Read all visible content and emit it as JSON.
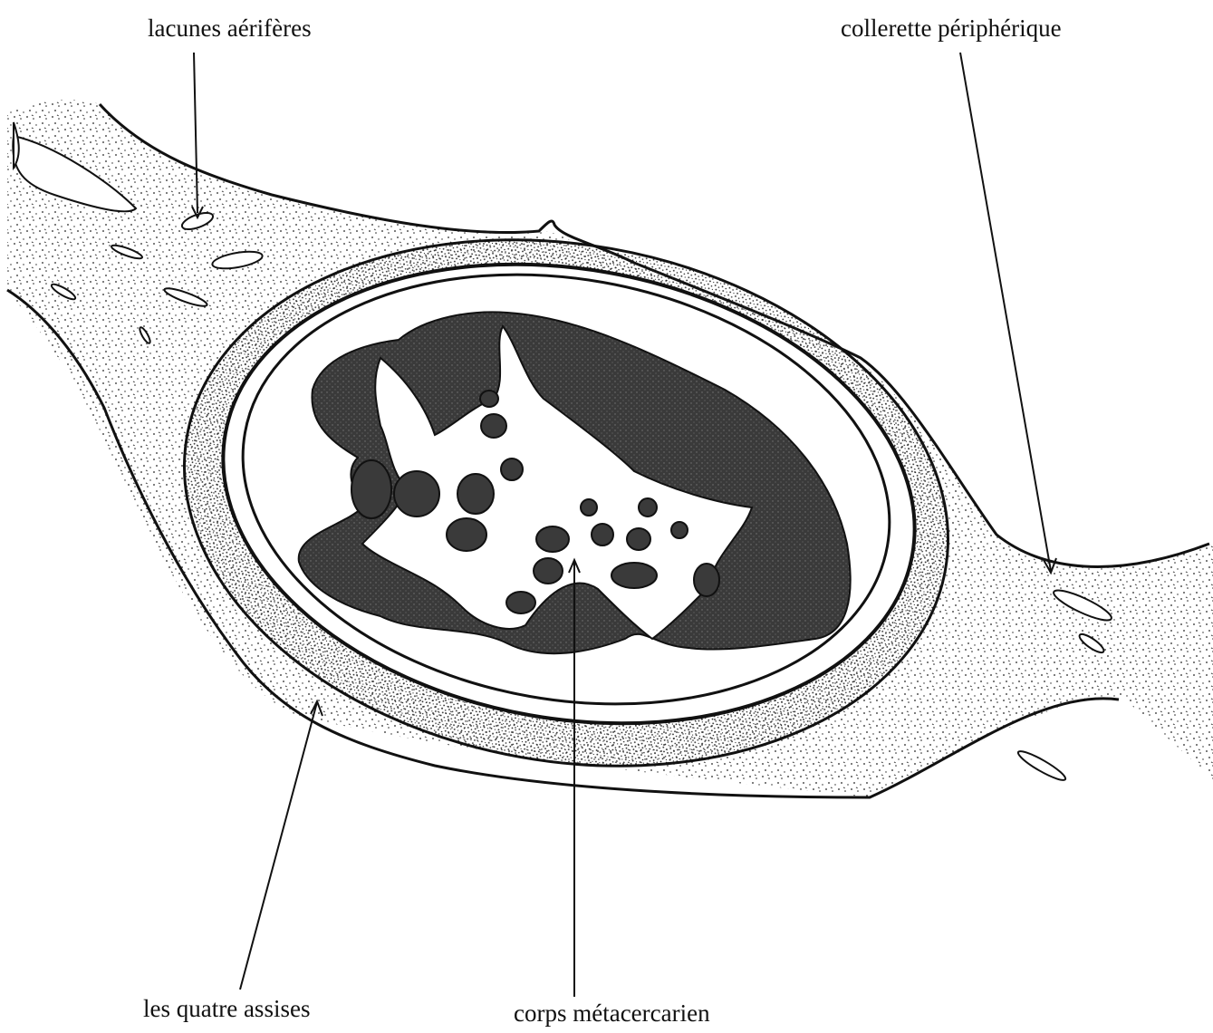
{
  "labels": {
    "lacunes": "lacunes aérifères",
    "collerette": "collerette périphérique",
    "assises": "les  quatre assises",
    "corps": "corps  métacercarien"
  },
  "colors": {
    "ink": "#111111",
    "dark_fill": "#3a3a3a",
    "background": "#ffffff"
  }
}
